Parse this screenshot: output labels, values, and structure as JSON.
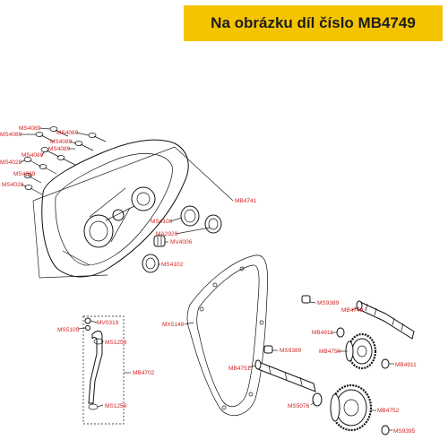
{
  "banner": {
    "text": "Na obrázku díl číslo MB4749"
  },
  "labels": {
    "ms4089_a": "MS4089",
    "ms4089_b": "MS4089",
    "ms4089_c": "MS4089",
    "ms4089_d": "MS4089",
    "ms4089_e": "MS4089",
    "ms4089_f": "MS4089",
    "ms4089_g": "MS4089",
    "ms4089_h": "MS4089",
    "ms4028_a": "MS4028",
    "ms4028_b": "MS4028",
    "mb4741": "MB4741",
    "ms4100": "MS4100",
    "ma2920": "MA2920",
    "mv4006": "MV4006",
    "ms4102": "MS4102",
    "mx5148": "MX5148",
    "ms9389_a": "MS9389",
    "ms9389_b": "MS9389",
    "mb4749": "MB4749",
    "mb4911_a": "MB4911",
    "mb4911_b": "MB4911",
    "mb4750": "MB4750",
    "mb4751": "MB4751",
    "ms5076": "MS5076",
    "mb4752": "MB4752",
    "ms9395": "MS9395",
    "mv0319": "MV0319",
    "ms5105": "MS5105",
    "ms1259_a": "MS1259",
    "ms1259_b": "MS1259",
    "mb4702": "MB4702"
  }
}
